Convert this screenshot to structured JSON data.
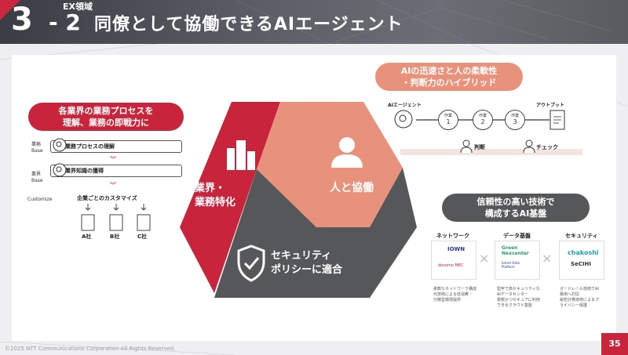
{
  "header": {
    "number": "3",
    "subnumber": "- 2",
    "section_label": "EX領域",
    "title": "同僚として協働できるAIエージェント"
  },
  "left": {
    "heading_line1": "各業界の業務プロセスを",
    "heading_line2": "理解、業務の即戦力に",
    "base_label1a": "業務",
    "base_label1b": "Base",
    "step1": "業務プロセスの理解",
    "base_label2a": "業界",
    "base_label2b": "Base",
    "step2": "業界知識の獲得",
    "customize_label": "Customize",
    "customize_title": "企業ごとのカスタマイズ",
    "companies": [
      "A社",
      "B社",
      "C社"
    ]
  },
  "triangle": {
    "red_text_line1": "業界・",
    "red_text_line2": "業務特化",
    "salmon_text": "人と協働",
    "dark_text_line1": "セキュリティ",
    "dark_text_line2": "ポリシーに適合"
  },
  "hybrid": {
    "heading_line1": "AIの迅速さと人の柔軟性",
    "heading_line2": "・判断力のハイブリッド",
    "ai_agent_label": "AIエージェント",
    "output_label": "アウトプット",
    "tasks": [
      {
        "label": "作業",
        "num": "1"
      },
      {
        "label": "作業",
        "num": "2"
      },
      {
        "label": "作業",
        "num": "3"
      }
    ],
    "judge_label": "判断",
    "check_label": "チェック"
  },
  "reliability": {
    "heading_line1": "信頼性の高い技術で",
    "heading_line2": "構成するAI基盤",
    "columns": [
      {
        "title": "ネットワーク",
        "logos": [
          "IOWN",
          "docomo MEC"
        ],
        "notes": [
          "柔軟なネットワーク構成",
          "光技術による低消費・",
          "分散型環境提供"
        ]
      },
      {
        "title": "データ基盤",
        "logos": [
          "Green Nexcenter",
          "Smart Data Platform"
        ],
        "notes": [
          "堅牢で高セキュリティな",
          "AIデータセンター",
          "柔軟かつセキュアに利用",
          "できるクラウド基盤"
        ]
      },
      {
        "title": "セキュリティ",
        "logos": [
          "chakoshi",
          "SeCIHI"
        ],
        "notes": [
          "ガードレール技術でAI",
          "悪用へ対応",
          "秘密計算技術によるプ",
          "ライバシー保護"
        ]
      }
    ]
  },
  "footer": {
    "copyright": "©2025 NTT Communications Corporation All Rights Reserved.",
    "page_number": "35"
  },
  "colors": {
    "brand_red": "#c8243c",
    "salmon": "#e8927c",
    "dark_gray": "#555759"
  }
}
